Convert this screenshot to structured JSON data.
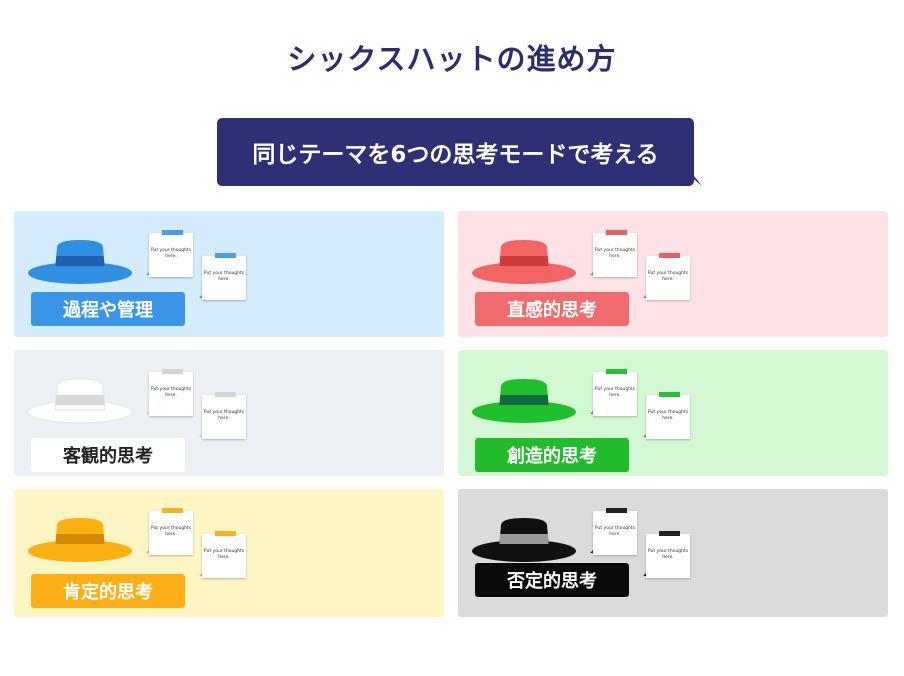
{
  "title": "シックスハットの進め方",
  "subtitle": "同じテーマを6つの思考モードで考える",
  "note_text": "Put your thoughts here.",
  "hats": [
    {
      "label": "過程や管理",
      "color_name": "blue",
      "bg": "#d4ecfb",
      "hat": "#2f8fe3",
      "band": "#1f5fae",
      "label_bg": "#3a95e6",
      "label_fg": "#ffffff",
      "tape": "#4a9ee8"
    },
    {
      "label": "直感的思考",
      "color_name": "red",
      "bg": "#fde3e6",
      "hat": "#f36565",
      "band": "#cc3c3c",
      "label_bg": "#f06b6b",
      "label_fg": "#ffffff",
      "tape": "#e86060"
    },
    {
      "label": "客観的思考",
      "color_name": "white",
      "bg": "#eceff3",
      "hat": "#ffffff",
      "band": "#d8d8d8",
      "label_bg": "#ffffff",
      "label_fg": "#222222",
      "tape": "#d3d3d3"
    },
    {
      "label": "創造的思考",
      "color_name": "green",
      "bg": "#d4f8d4",
      "hat": "#1fbf2d",
      "band": "#0f6a3e",
      "label_bg": "#22bb2b",
      "label_fg": "#ffffff",
      "tape": "#2cc03a"
    },
    {
      "label": "肯定的思考",
      "color_name": "yellow",
      "bg": "#fdf5c4",
      "hat": "#fcb010",
      "band": "#d48a00",
      "label_bg": "#fcae14",
      "label_fg": "#ffffff",
      "tape": "#f7b324"
    },
    {
      "label": "否定的思考",
      "color_name": "black",
      "bg": "#dbdbdb",
      "hat": "#111111",
      "band": "#9a9a9a",
      "label_bg": "#0a0a0a",
      "label_fg": "#ffffff",
      "tape": "#222222"
    }
  ]
}
